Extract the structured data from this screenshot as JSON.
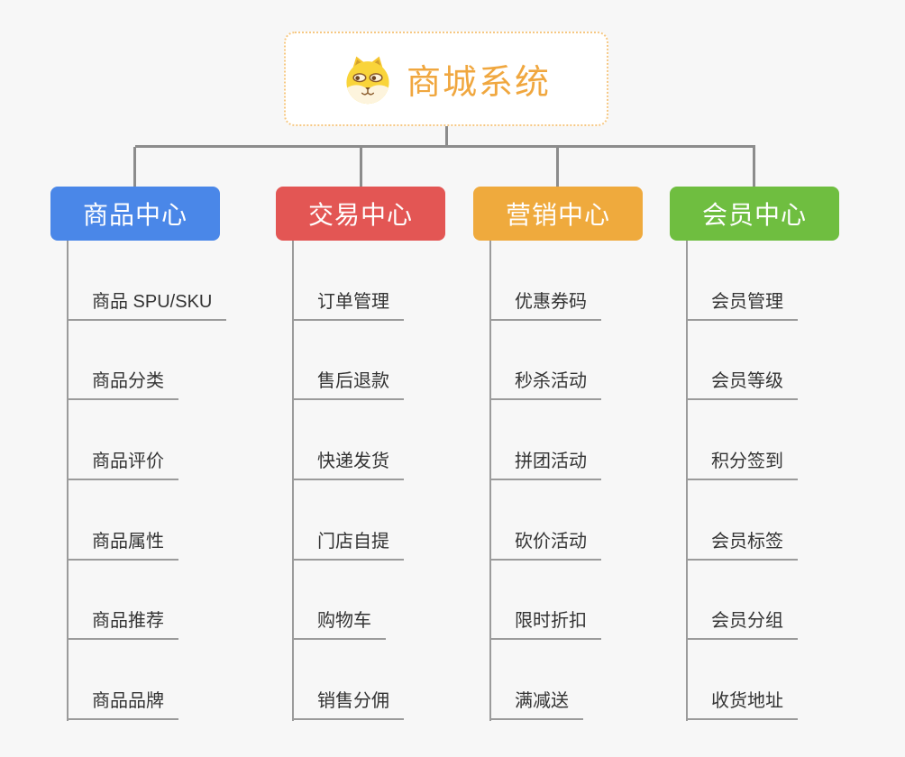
{
  "root": {
    "title": "商城系统",
    "icon": "shiba-dog-icon"
  },
  "branches": [
    {
      "label": "商品中心",
      "color": "#4a87e8",
      "items": [
        "商品 SPU/SKU",
        "商品分类",
        "商品评价",
        "商品属性",
        "商品推荐",
        "商品品牌"
      ]
    },
    {
      "label": "交易中心",
      "color": "#e35654",
      "items": [
        "订单管理",
        "售后退款",
        "快递发货",
        "门店自提",
        "购物车",
        "销售分佣"
      ]
    },
    {
      "label": "营销中心",
      "color": "#efaa3d",
      "items": [
        "优惠券码",
        "秒杀活动",
        "拼团活动",
        "砍价活动",
        "限时折扣",
        "满减送"
      ]
    },
    {
      "label": "会员中心",
      "color": "#6fbe40",
      "items": [
        "会员管理",
        "会员等级",
        "积分签到",
        "会员标签",
        "会员分组",
        "收货地址"
      ]
    }
  ],
  "palette": {
    "background": "#f7f7f7",
    "root_text": "#f0a73f",
    "root_border": "#f6c883",
    "tree_line": "#8c8c8c",
    "child_line": "#9b9b9b",
    "child_text": "#333333"
  }
}
